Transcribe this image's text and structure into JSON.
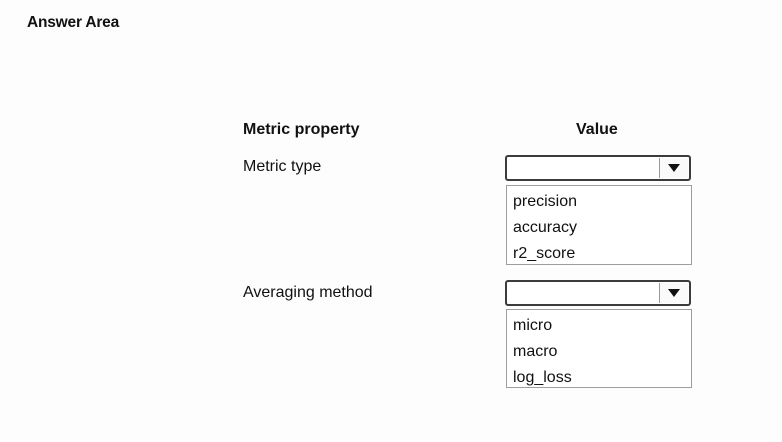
{
  "answer_area": {
    "title": "Answer Area"
  },
  "table": {
    "header_property": "Metric property",
    "header_value": "Value"
  },
  "rows": [
    {
      "label": "Metric type",
      "selected": "",
      "options": [
        "precision",
        "accuracy",
        "r2_score"
      ]
    },
    {
      "label": "Averaging method",
      "selected": "",
      "options": [
        "micro",
        "macro",
        "log_loss"
      ]
    }
  ],
  "icons": {
    "dropdown_arrow": "chevron-down-icon"
  },
  "colors": {
    "background": "#fdfdfd",
    "dropdown_border": "#3c3c3c",
    "list_border": "#9e9e9e"
  }
}
